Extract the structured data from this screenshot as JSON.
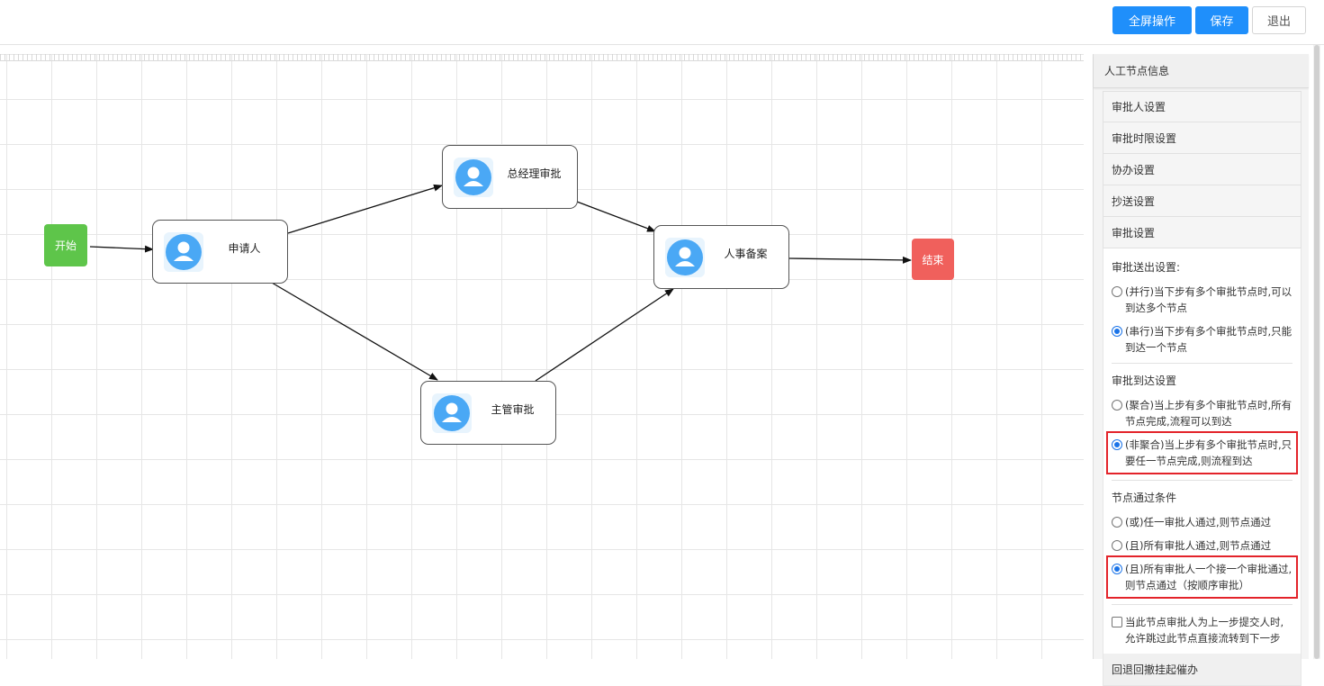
{
  "toolbar": {
    "fullscreen_label": "全屏操作",
    "save_label": "保存",
    "exit_label": "退出",
    "primary_color": "#1f8ffb"
  },
  "flow": {
    "start_label": "开始",
    "end_label": "结束",
    "start_color": "#5ec54a",
    "end_color": "#f0605c",
    "tasks": {
      "applicant": "申请人",
      "gm_approval": "总经理审批",
      "supervisor_approval": "主管审批",
      "hr_filing": "人事备案"
    },
    "task_icon": "user-avatar-icon"
  },
  "panel": {
    "title": "人工节点信息",
    "sections": [
      "审批人设置",
      "审批时限设置",
      "协办设置",
      "抄送设置",
      "审批设置"
    ],
    "send_out": {
      "title": "审批送出设置:",
      "parallel": "(并行)当下步有多个审批节点时,可以到达多个节点",
      "serial": "(串行)当下步有多个审批节点时,只能到达一个节点",
      "selected": "serial"
    },
    "arrival": {
      "title": "审批到达设置",
      "aggregate": "(聚合)当上步有多个审批节点时,所有节点完成,流程可以到达",
      "non_aggregate": "(非聚合)当上步有多个审批节点时,只要任一节点完成,则流程到达",
      "selected": "non_aggregate"
    },
    "pass_condition": {
      "title": "节点通过条件",
      "any": "(或)任一审批人通过,则节点通过",
      "all": "(且)所有审批人通过,则节点通过",
      "sequential": "(且)所有审批人一个接一个审批通过,则节点通过（按顺序审批）",
      "selected": "sequential"
    },
    "skip_option": {
      "label": "当此节点审批人为上一步提交人时,允许跳过此节点直接流转到下一步",
      "checked": false
    },
    "bottom_section": "回退回撤挂起催办",
    "highlight_color": "#e3232a"
  }
}
